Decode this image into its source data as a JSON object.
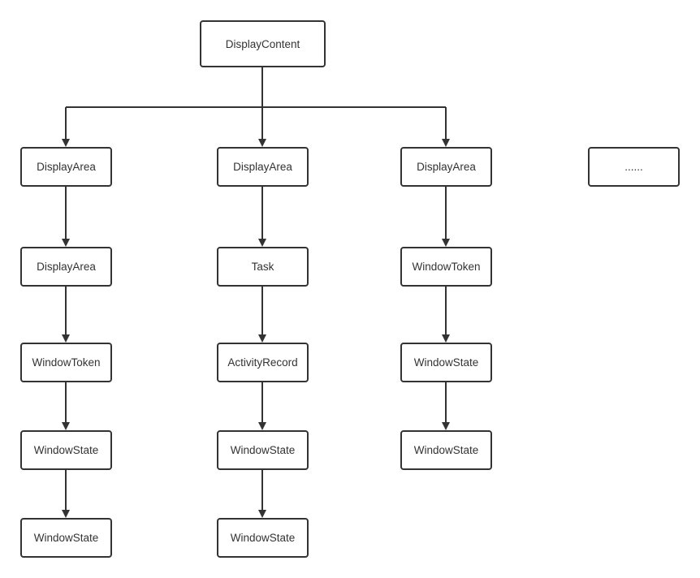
{
  "diagram": {
    "root": {
      "label": "DisplayContent"
    },
    "columns": [
      {
        "nodes": [
          "DisplayArea",
          "DisplayArea",
          "WindowToken",
          "WindowState",
          "WindowState"
        ]
      },
      {
        "nodes": [
          "DisplayArea",
          "Task",
          "ActivityRecord",
          "WindowState",
          "WindowState"
        ]
      },
      {
        "nodes": [
          "DisplayArea",
          "WindowToken",
          "WindowState",
          "WindowState"
        ]
      }
    ],
    "ellipsis": {
      "label": "......"
    },
    "colors": {
      "stroke": "#333333",
      "text": "#333333",
      "background": "#ffffff"
    }
  }
}
